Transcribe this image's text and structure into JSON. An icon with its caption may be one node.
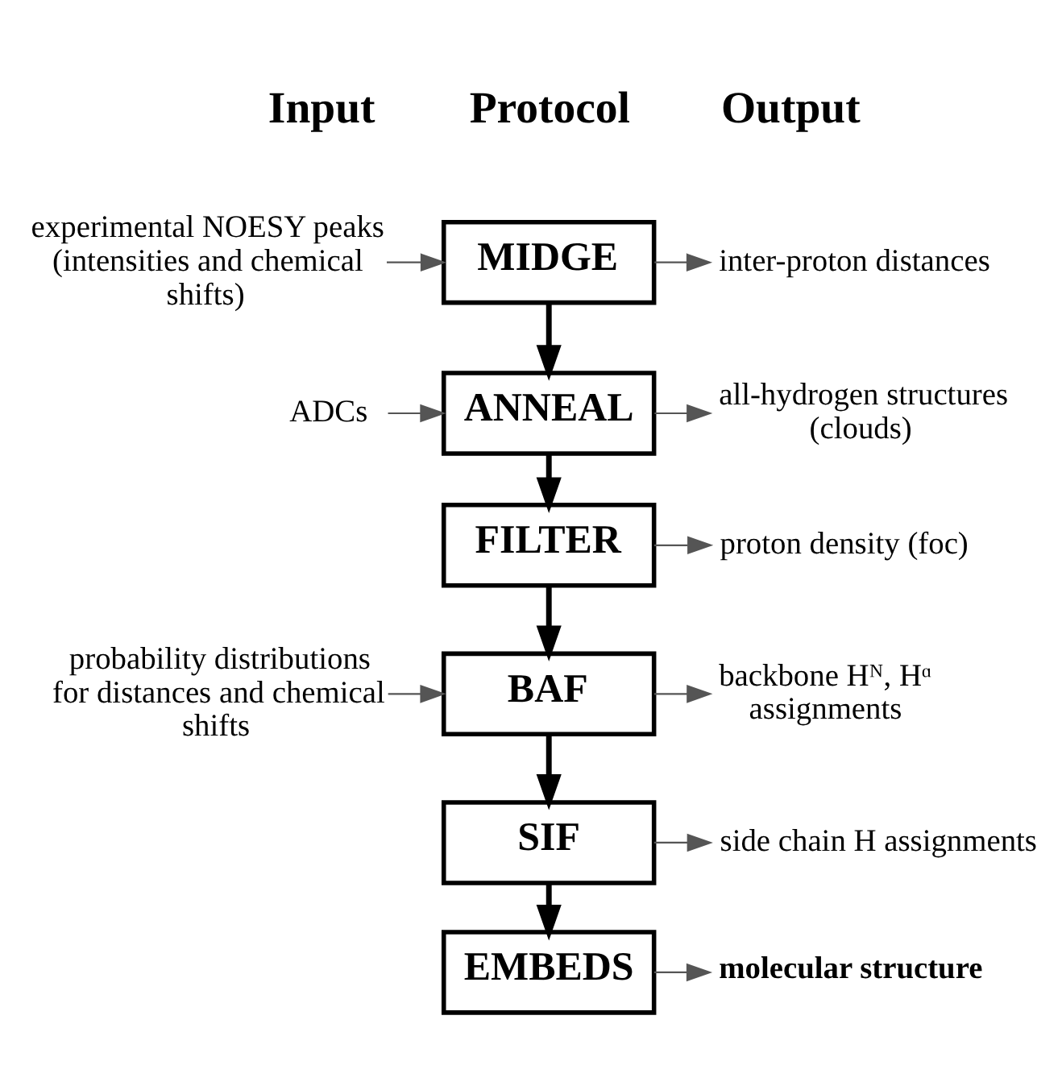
{
  "diagram": {
    "nodes": [
      {
        "text": [
          "MIDGE"
        ]
      },
      {
        "text": [
          "ANNEAL"
        ]
      },
      {
        "text": [
          "FILTER"
        ]
      },
      {
        "text": [
          "BAF"
        ]
      },
      {
        "text": [
          "SIF"
        ]
      },
      {
        "text": [
          "EMBEDS"
        ]
      },
      {
        "text": [
          "experimental NOESY peaks (intensities and chemical shifts)"
        ]
      },
      {
        "text": [
          "ADCs"
        ]
      },
      {
        "text": [
          "probability distributions for distances and chemical shifts"
        ]
      },
      {
        "text": [
          "inter-proton distances"
        ]
      },
      {
        "text": [
          "all-hydrogen structures (clouds)"
        ]
      },
      {
        "text": [
          "proton density (foc)"
        ]
      },
      {
        "text": [
          "backbone Hᴺ, Hᵅ assignments"
        ]
      },
      {
        "text": [
          "side chain H assignments"
        ]
      },
      {
        "text": [
          "molecular structure"
        ]
      }
    ],
    "edges": [
      {
        "from": 0,
        "to": 1,
        "arrow": "to",
        "style": "thick"
      },
      {
        "from": 1,
        "to": 2,
        "arrow": "to",
        "style": "thick"
      },
      {
        "from": 2,
        "to": 3,
        "arrow": "to",
        "style": "thick"
      },
      {
        "from": 3,
        "to": 4,
        "arrow": "to",
        "style": "thick"
      },
      {
        "from": 4,
        "to": 5,
        "arrow": "to",
        "style": "thick"
      },
      {
        "from": 6,
        "to": 0,
        "arrow": "to"
      },
      {
        "from": 7,
        "to": 1,
        "arrow": "to"
      },
      {
        "from": 8,
        "to": 3,
        "arrow": "to"
      },
      {
        "from": 0,
        "to": 9,
        "arrow": "to"
      },
      {
        "from": 1,
        "to": 10,
        "arrow": "to"
      },
      {
        "from": 2,
        "to": 11,
        "arrow": "to"
      },
      {
        "from": 3,
        "to": 12,
        "arrow": "to"
      },
      {
        "from": 4,
        "to": 13,
        "arrow": "to"
      },
      {
        "from": 5,
        "to": 14,
        "arrow": "to"
      }
    ],
    "labels": [
      "Input",
      "Protocol",
      "Output"
    ]
  }
}
